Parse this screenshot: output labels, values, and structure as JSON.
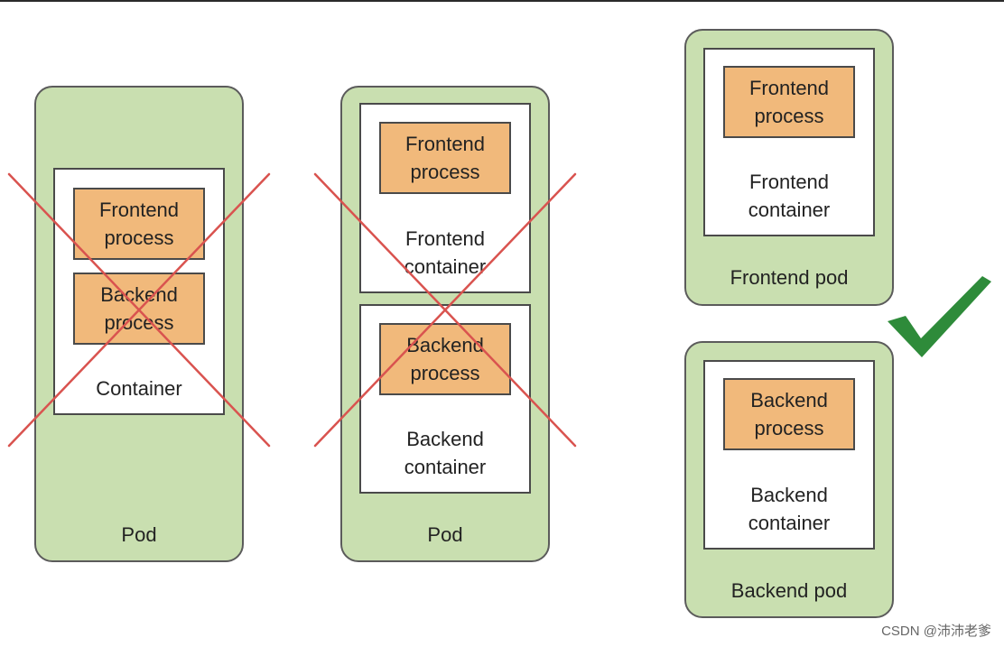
{
  "colors": {
    "pod_fill": "#c9dfb0",
    "process_fill": "#f1b97b",
    "cross": "#d9534f",
    "check": "#2e8b3a"
  },
  "options": [
    {
      "pod_label": "Pod",
      "container_label": "Container",
      "processes": [
        "Frontend\nprocess",
        "Backend\nprocess"
      ],
      "marker": "cross-icon"
    },
    {
      "pod_label": "Pod",
      "containers": [
        {
          "label": "Frontend\ncontainer",
          "process": "Frontend\nprocess"
        },
        {
          "label": "Backend\ncontainer",
          "process": "Backend\nprocess"
        }
      ],
      "marker": "cross-icon"
    },
    {
      "pods": [
        {
          "pod_label": "Frontend pod",
          "container_label": "Frontend\ncontainer",
          "process": "Frontend\nprocess"
        },
        {
          "pod_label": "Backend pod",
          "container_label": "Backend\ncontainer",
          "process": "Backend\nprocess"
        }
      ],
      "marker": "checkmark-icon"
    }
  ],
  "watermark": "CSDN @沛沛老爹"
}
